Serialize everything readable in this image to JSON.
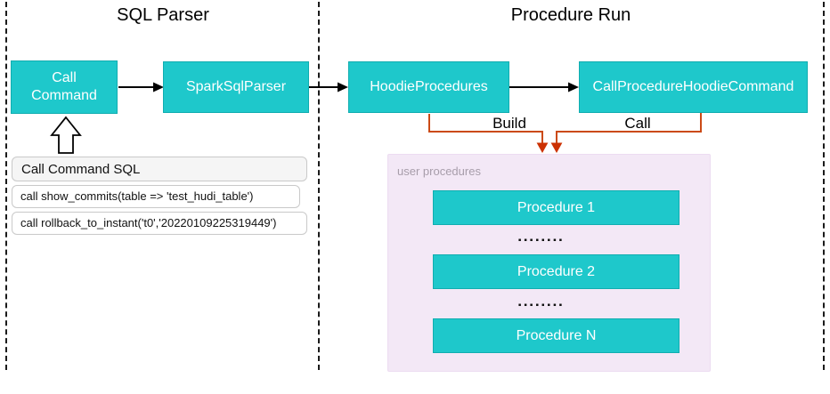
{
  "sections": {
    "sql_parser_title": "SQL Parser",
    "procedure_run_title": "Procedure Run"
  },
  "nodes": {
    "call_command": "Call\nCommand",
    "spark_sql_parser": "SparkSqlParser",
    "hoodie_procedures": "HoodieProcedures",
    "call_procedure_hoodie_command": "CallProcedureHoodieCommand",
    "procedure_1": "Procedure 1",
    "procedure_2": "Procedure 2",
    "procedure_n": "Procedure N"
  },
  "edge_labels": {
    "build": "Build",
    "call": "Call"
  },
  "sql_table": {
    "header": "Call Command SQL",
    "rows": [
      "call show_commits(table => 'test_hudi_table')",
      "call rollback_to_instant('t0','20220109225319449')"
    ]
  },
  "user_procedures_panel": {
    "label": "user procedures",
    "dots": "▪▪▪▪▪▪▪▪"
  },
  "colors": {
    "node_fill": "#1ec8cb",
    "node_text": "#ffffff",
    "panel_fill": "#f3e8f6",
    "orange_connector": "#cb4a16",
    "red_arrowhead": "#cc3102",
    "black_connector": "#000000",
    "table_header_bg": "#f5f5f5",
    "table_border": "#c9c9c9",
    "muted_label_text": "#a79daa"
  }
}
